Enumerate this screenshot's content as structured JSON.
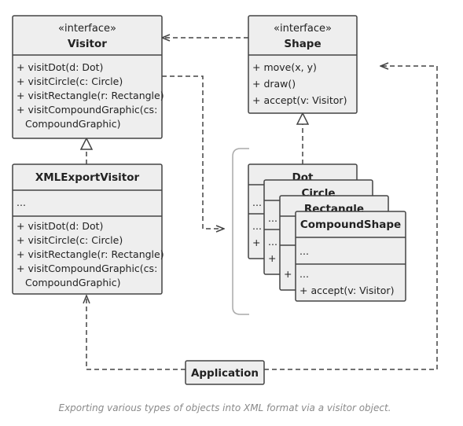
{
  "visitor": {
    "stereotype": "«interface»",
    "name": "Visitor",
    "methods": [
      "+ visitDot(d: Dot)",
      "+ visitCircle(c: Circle)",
      "+ visitRectangle(r: Rectangle)",
      "+ visitCompoundGraphic(cs:",
      "CompoundGraphic)"
    ]
  },
  "shape": {
    "stereotype": "«interface»",
    "name": "Shape",
    "methods": [
      "+ move(x, y)",
      "+ draw()",
      "+ accept(v: Visitor)"
    ]
  },
  "xml_export_visitor": {
    "name": "XMLExportVisitor",
    "fields": [
      "..."
    ],
    "methods": [
      "+ visitDot(d: Dot)",
      "+ visitCircle(c: Circle)",
      "+ visitRectangle(r: Rectangle)",
      "+ visitCompoundGraphic(cs:",
      "CompoundGraphic)"
    ]
  },
  "stack": {
    "dot": {
      "name": "Dot",
      "field_peek": "...",
      "method_peek": [
        "...",
        "+ a"
      ]
    },
    "circle": {
      "name": "Circle",
      "field_peek": "...",
      "method_peek": [
        "...",
        "+ a"
      ]
    },
    "rectangle": {
      "name": "Rectangle",
      "field_peek": "...",
      "method_peek": [
        "+ a"
      ]
    },
    "compound_shape": {
      "name": "CompoundShape",
      "fields": [
        "..."
      ],
      "methods": [
        "...",
        "+ accept(v: Visitor)"
      ]
    }
  },
  "application": {
    "label": "Application"
  },
  "caption": "Exporting various types of objects into XML format via a visitor object."
}
